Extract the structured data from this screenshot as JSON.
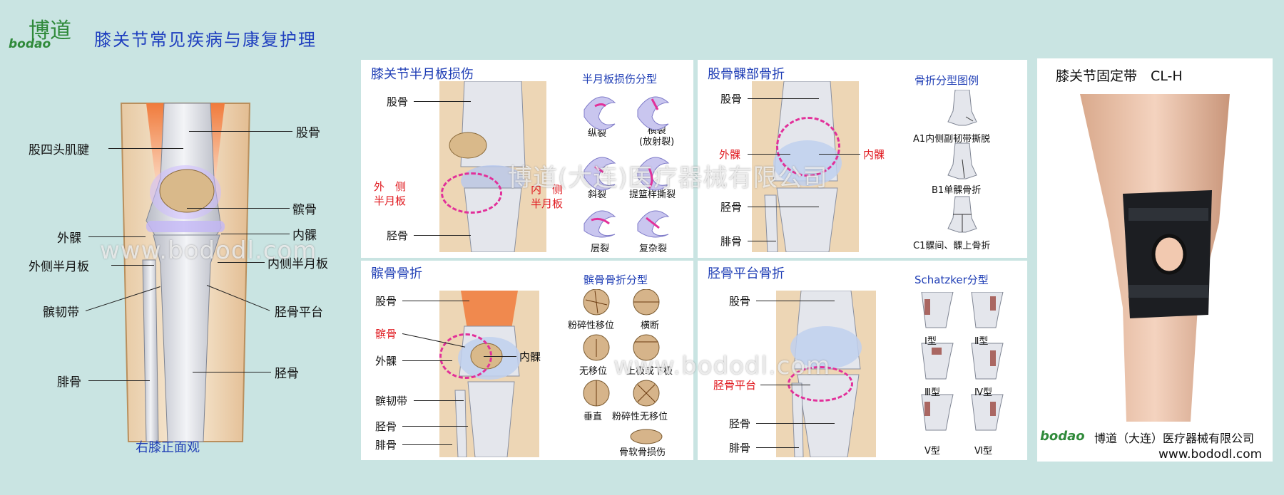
{
  "header": {
    "logo_mark": "博道",
    "logo_word": "bodao",
    "title": "膝关节常见疾病与康复护理"
  },
  "anatomy": {
    "labels": [
      "股骨",
      "股四头肌腱",
      "髌骨",
      "外髁",
      "内髁",
      "外侧半月板",
      "内侧半月板",
      "髌韧带",
      "胫骨平台",
      "腓骨",
      "胫骨"
    ],
    "caption": "右膝正面观"
  },
  "meniscus": {
    "title": "膝关节半月板损伤",
    "labels": {
      "femur": "股骨",
      "lateral": "外　侧\n半月板",
      "medial": "内　侧\n半月板",
      "tibia": "胫骨"
    },
    "types_title": "半月板损伤分型",
    "types": [
      "纵裂",
      "横裂\n(放射裂)",
      "斜裂",
      "提篮样撕裂",
      "层裂",
      "复杂裂"
    ]
  },
  "condyle": {
    "title": "股骨髁部骨折",
    "labels": {
      "femur": "股骨",
      "lateral": "外髁",
      "medial": "内髁",
      "tibia": "胫骨",
      "fibula": "腓骨"
    },
    "types_title": "骨折分型图例",
    "types": [
      "A1内侧副韧带撕脱",
      "B1单髁骨折",
      "C1髁间、髁上骨折"
    ]
  },
  "patella": {
    "title": "髌骨骨折",
    "labels": {
      "femur": "股骨",
      "patella": "髌骨",
      "lateral": "外髁",
      "medial": "内髁",
      "ligament": "髌韧带",
      "tibia": "胫骨",
      "fibula": "腓骨"
    },
    "types_title": "髌骨骨折分型",
    "types": [
      "粉碎性移位",
      "横断",
      "无移位",
      "上极或下极",
      "垂直",
      "粉碎性无移位",
      "骨软骨损伤"
    ]
  },
  "plateau": {
    "title": "胫骨平台骨折",
    "labels": {
      "femur": "股骨",
      "plateau": "胫骨平台",
      "tibia": "胫骨",
      "fibula": "腓骨"
    },
    "types_title": "Schatzker分型",
    "types": [
      "Ⅰ型",
      "Ⅱ型",
      "Ⅲ型",
      "Ⅳ型",
      "Ⅴ型",
      "Ⅵ型"
    ]
  },
  "product": {
    "title": "膝关节固定带　CL-H",
    "brand": "bodao",
    "company": "博道（大连）医疗器械有限公司",
    "url": "www.bododl.com"
  },
  "watermarks": [
    "www.bododl.com",
    "博道(大连)医疗器械有限公司",
    "www.bododl.com"
  ],
  "colors": {
    "background": "#c9e4e2",
    "title_blue": "#1e3db5",
    "highlight_red": "#e0181e",
    "dash_pink": "#e2309a",
    "brand_green": "#2f8a3a"
  }
}
